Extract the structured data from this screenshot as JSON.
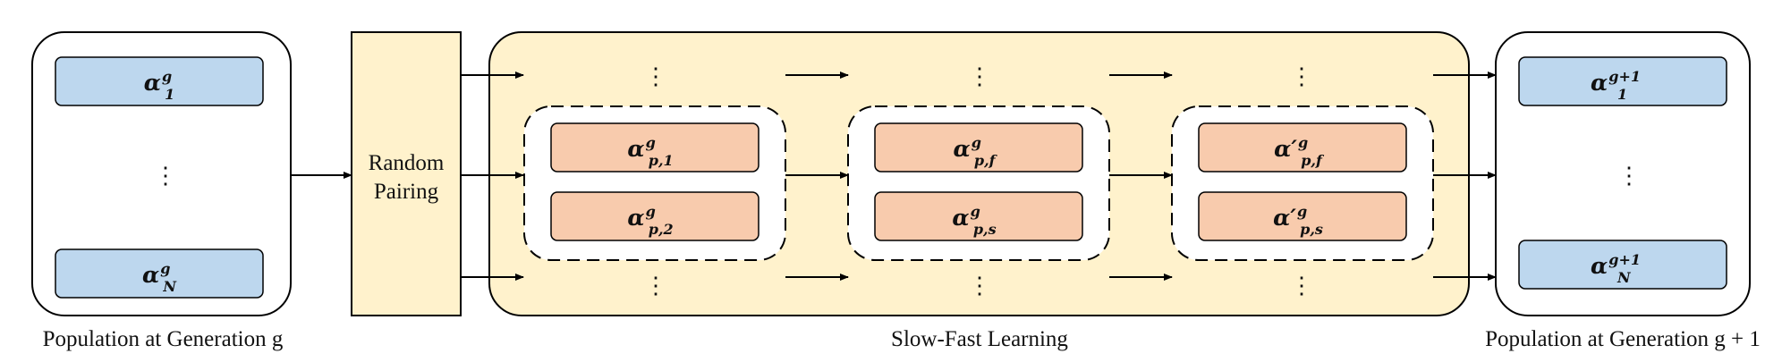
{
  "population_in": {
    "items": [
      {
        "symbol": "α",
        "prime": "",
        "sup": "g",
        "sub": "1"
      },
      {
        "symbol": "α",
        "prime": "",
        "sup": "g",
        "sub": "N"
      }
    ],
    "dots": "⋮",
    "caption": "Population at Generation g"
  },
  "pairing": {
    "line1": "Random",
    "line2": "Pairing"
  },
  "learning": {
    "caption": "Slow-Fast Learning",
    "dots": "⋮",
    "groups": [
      [
        {
          "symbol": "α",
          "prime": "",
          "sup": "g",
          "sub": "p,1"
        },
        {
          "symbol": "α",
          "prime": "",
          "sup": "g",
          "sub": "p,2"
        }
      ],
      [
        {
          "symbol": "α",
          "prime": "",
          "sup": "g",
          "sub": "p,f"
        },
        {
          "symbol": "α",
          "prime": "",
          "sup": "g",
          "sub": "p,s"
        }
      ],
      [
        {
          "symbol": "α",
          "prime": "′",
          "sup": "g",
          "sub": "p,f"
        },
        {
          "symbol": "α",
          "prime": "′",
          "sup": "g",
          "sub": "p,s"
        }
      ]
    ]
  },
  "population_out": {
    "items": [
      {
        "symbol": "α",
        "prime": "",
        "sup": "g+1",
        "sub": "1"
      },
      {
        "symbol": "α",
        "prime": "",
        "sup": "g+1",
        "sub": "N"
      }
    ],
    "dots": "⋮",
    "caption": "Population at Generation g + 1"
  },
  "colors": {
    "blue_fill": "#bdd7ee",
    "orange_fill": "#f8cbad",
    "yellow_fill": "#fff2cc",
    "stroke": "#000000"
  }
}
